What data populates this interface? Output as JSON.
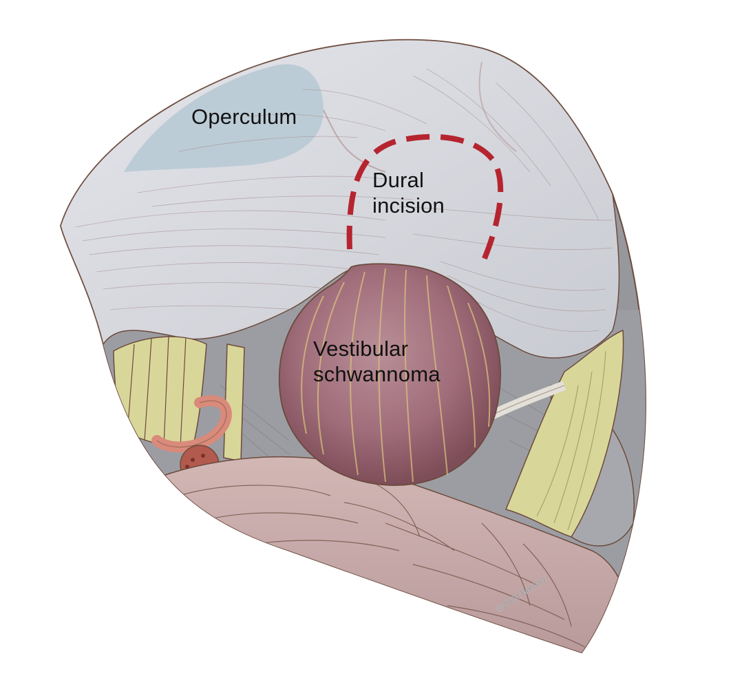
{
  "labels": {
    "operculum": "Operculum",
    "dural_line1": "Dural",
    "dural_line2": "incision",
    "vs_line1": "Vestibular",
    "vs_line2": "schwannoma"
  },
  "copyright": "©2020 Barrow",
  "colors": {
    "dura": "#d9dbe0",
    "operculum": "#b6c9d4",
    "tumor": "#a7737e",
    "incision": "#b5242f",
    "nerve": "#d9d69a",
    "artery": "#d98a7a",
    "cerebellum": "#c9adab",
    "outline": "#6b4a3c"
  }
}
